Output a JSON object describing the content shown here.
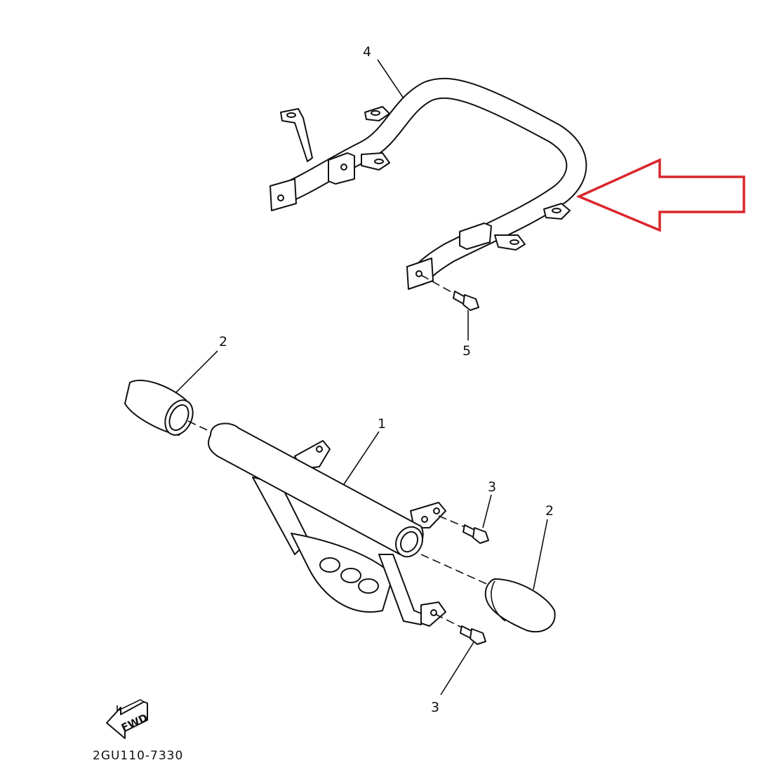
{
  "diagram": {
    "callouts": [
      {
        "id": "4",
        "label": "4"
      },
      {
        "id": "5",
        "label": "5"
      },
      {
        "id": "2a",
        "label": "2"
      },
      {
        "id": "1",
        "label": "1"
      },
      {
        "id": "3a",
        "label": "3"
      },
      {
        "id": "2b",
        "label": "2"
      },
      {
        "id": "3b",
        "label": "3"
      }
    ],
    "fwd_label": "FWD",
    "part_code": "2GU110-7330",
    "highlight_color": "#d9262c"
  }
}
